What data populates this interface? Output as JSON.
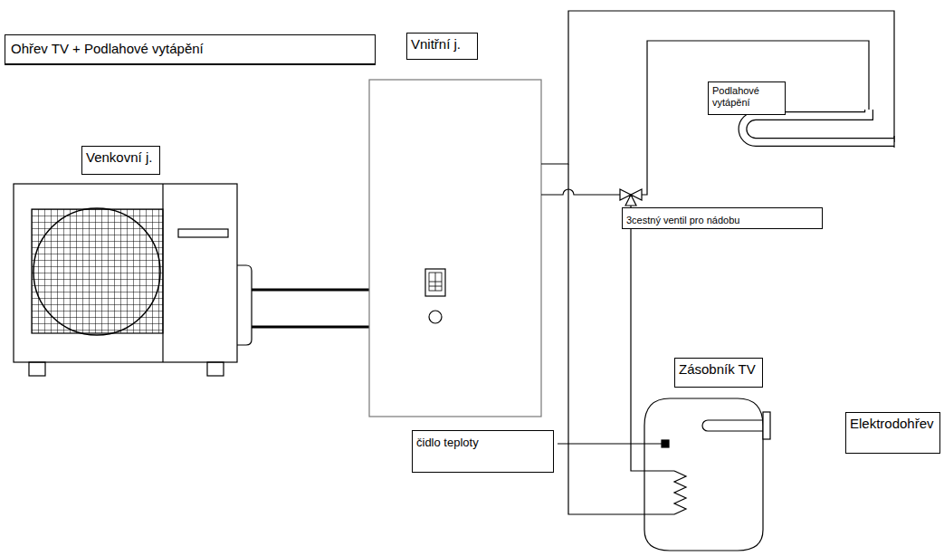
{
  "diagram": {
    "title": "Ohřev TV + Podlahové vytápění",
    "nodes": [
      {
        "text": [
          "Vnitřní j."
        ]
      },
      {
        "text": [
          "Podlahové vytápění"
        ]
      },
      {
        "text": [
          "Venkovní j."
        ]
      },
      {
        "text": [
          "3cestný ventil pro nádobu"
        ]
      },
      {
        "text": [
          "Zásobník TV"
        ]
      },
      {
        "text": [
          "Elektrodohřev"
        ]
      },
      {
        "text": [
          "čidlo teploty"
        ]
      }
    ]
  }
}
